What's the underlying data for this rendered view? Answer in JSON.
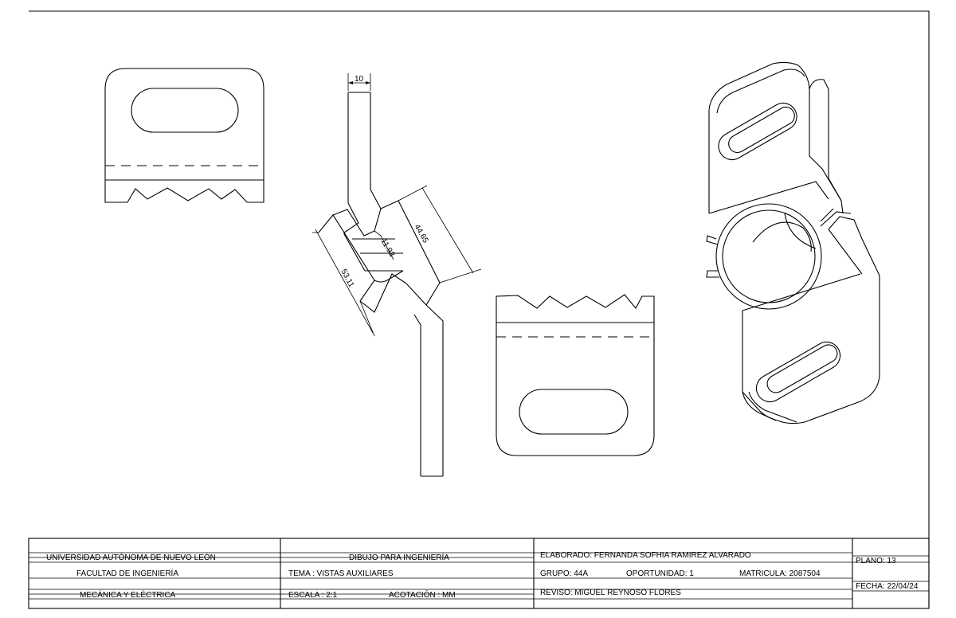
{
  "drawing": {
    "dimensions": {
      "thickness": "10",
      "offset": "11.93",
      "width_a": "44.65",
      "width_b": "53.11"
    }
  },
  "title_block": {
    "university": "UNIVERSIDAD AUTÓNOMA DE NUEVO LEÓN",
    "faculty": "FACULTAD DE INGENIERÍA",
    "department": "MECÁNICA Y ELÉCTRICA",
    "course": "DIBUJO PARA INGENIERÍA",
    "topic": "TEMA :  VISTAS AUXILIARES",
    "scale": "ESCALA : 2:1",
    "units": "ACOTACIÓN : MM",
    "made_by": "ELABORADO: FERNANDA SOFHIA RAMIREZ ALVARADO",
    "group": "GRUPO: 44A",
    "opportunity": "OPORTUNIDAD: 1",
    "student_id": "MATRICULA: 2087504",
    "reviewed_by": "REVISO: MIGUEL REYNOSO FLORES",
    "plate": "PLANO: 13",
    "date": "FECHA: 22/04/24"
  }
}
